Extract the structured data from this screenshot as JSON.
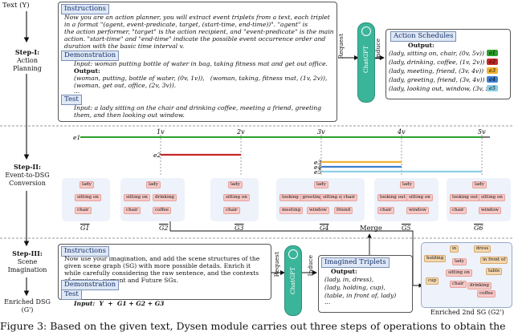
{
  "left_labels": {
    "text": "Text (Y)",
    "step1": "Step-I:",
    "step1_sub": "Action Planning",
    "step2": "Step-II:",
    "step2_sub": "Event-to-DSG Conversion",
    "step3": "Step-III:",
    "step3_sub": "Scene Imagination",
    "enriched": "Enriched DSG",
    "enriched_sym": "(G')"
  },
  "step1": {
    "instructions_label": "Instructions",
    "instructions_lines": [
      "Now you are an action planner, you will extract event triplets from a text, each triplet",
      "in a format \"(agent, event-predicate, target, (start-time, end-time))\". \"agent\" is",
      "the action performer, \"target\" is the action recipient, and \"event-predicate\" is the main",
      "action. \"start-time\" and \"end-time\" indicate the possible event occurrence order and",
      "duration with the basic time interval v."
    ],
    "demo_label": "Demonstration",
    "demo_input": "Input: woman putting bottle of water in bag, taking fitness mat and get out office.",
    "demo_output_label": "Output:",
    "demo_out1": "(woman, putting, bottle of water, (0v, 1v)),   (woman, taking, fitness mat, (1v, 2v)),",
    "demo_out2": "(woman, get out, office, (2v, 3v)).",
    "demo_more": "...",
    "test_label": "Test",
    "test_line1": "Input: a lady sitting on the chair and drinking coffee, meeting a friend, greeting",
    "test_line2": "them, and then looking out window.",
    "request": "Request",
    "induce": "Induce",
    "gpt": "ChatGPT",
    "schedule_label": "Action Schedules",
    "schedule_output": "Output:",
    "schedule_items": [
      "(lady, sitting on, chair, (0v, 5v))",
      "(lady, drinking, coffee, (1v, 2v))",
      "(lady, meeting, friend, (3v, 4v))",
      "(lady, greeting, friend, (3v, 4v))",
      "(lady, looking out, window, (3v, 5v))"
    ],
    "badges": [
      "e1",
      "e2",
      "e3",
      "e4",
      "e5"
    ],
    "badge_colors": [
      "#2ca02c",
      "#c62828",
      "#f2b233",
      "#3f7fd0",
      "#8bd0e6"
    ]
  },
  "timeline": {
    "ticks": [
      "1v",
      "2v",
      "3v",
      "4v",
      "5v"
    ],
    "events": [
      "e1",
      "e2",
      "e3",
      "e4",
      "e5"
    ]
  },
  "graphs": [
    {
      "label": "G1",
      "nodes": [
        "lady",
        "sitting on",
        "chair"
      ]
    },
    {
      "label": "G2",
      "nodes": [
        "lady",
        "sitting on",
        "drinking",
        "chair",
        "coffee"
      ]
    },
    {
      "label": "G3",
      "nodes": [
        "lady",
        "sitting on",
        "chair"
      ]
    },
    {
      "label": "G4",
      "nodes": [
        "lady",
        "looking out",
        "greeting",
        "sitting on",
        "chair",
        "meeting",
        "window",
        "friend"
      ]
    },
    {
      "label": "G5",
      "nodes": [
        "lady",
        "looking out",
        "sitting on",
        "chair",
        "window"
      ]
    },
    {
      "label": "G6",
      "nodes": [
        "lady",
        "looking out",
        "sitting on",
        "chair",
        "window"
      ]
    }
  ],
  "step3": {
    "instructions_label": "Instructions",
    "instructions_lines": [
      "Now use your imagination, and add the scene structures of the",
      "given scene graph (SG) with more possible details. Enrich it",
      "while carefully considering the raw sentence, and the contexts",
      "of previous, current and Future SGs."
    ],
    "demo_label": "Demonstration",
    "demo_more": "...",
    "test_label": "Test",
    "test_input": "Input:  Y  +  G1 + G2 + G3",
    "request": "Request",
    "induce": "Induce",
    "gpt": "ChatGPT",
    "merge": "Merge",
    "imagined_label": "Imagined Triplets",
    "imagined_output": "Output:",
    "imagined_items": [
      "(lady, in, dress),",
      "(lady, holding, cup),",
      "(table, in front of, lady)"
    ],
    "imagined_more": "...",
    "enriched_label": "Enriched 2nd SG (G2')",
    "enriched_nodes": [
      "in",
      "dress",
      "holding",
      "lady",
      "in front of",
      "sitting on",
      "table",
      "cup",
      "chair",
      "drinking",
      "coffee"
    ]
  },
  "caption": "Figure 3: Based on the given text, Dysen module carries out three steps of operations to obtain the"
}
